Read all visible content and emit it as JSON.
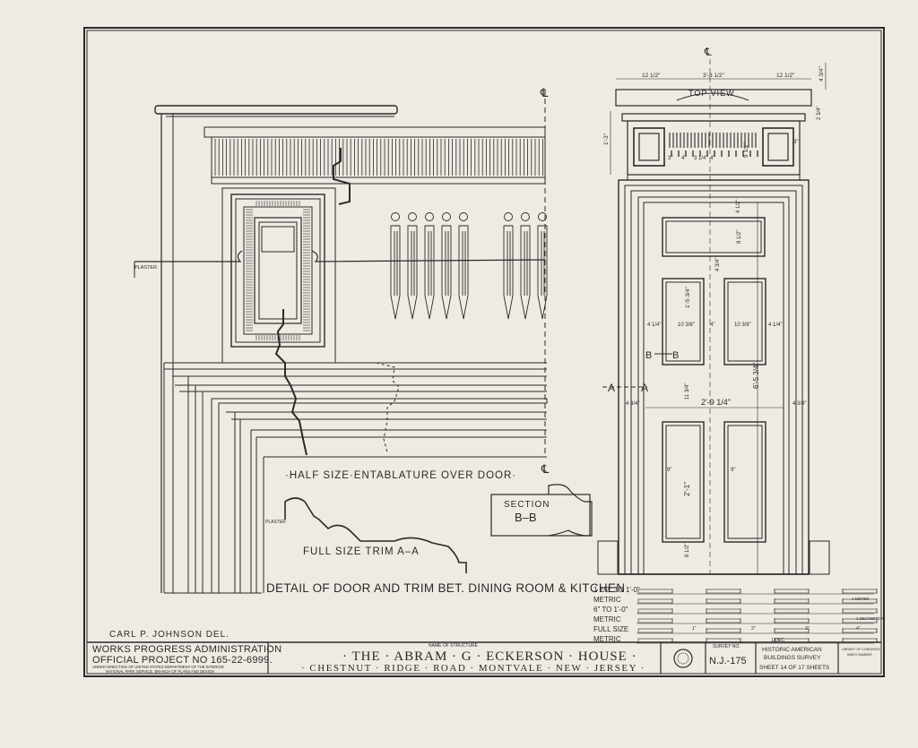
{
  "drawing": {
    "delineator": "CARL P. JOHNSON  DEL.",
    "top_view_label": "TOP VIEW",
    "entablature_title": "·HALF SIZE·ENTABLATURE OVER DOOR·",
    "trim_title": "FULL SIZE TRIM  A–A",
    "section_label_1": "SECTION",
    "section_label_2": "B–B",
    "detail_title": "DETAIL OF DOOR AND TRIM BET. DINING ROOM & KITCHEN",
    "plaster_label": "PLASTER",
    "plaster_label_small": "PLASTER",
    "centerline": "℄",
    "marker_a": "A",
    "marker_b": "B"
  },
  "dimensions": {
    "top_overall": "4 3/4\"",
    "tv_left": "12 1/2\"",
    "tv_center": "3'-8 1/2\"",
    "tv_right": "12 1/2\"",
    "ent_height": "1'-3\"",
    "ent_top_right": "2 3/4\"",
    "ent_mid": "9 1/2\"",
    "ent_inner_left": "3\"",
    "ent_inner_4a": "4\"",
    "ent_inner_mid": "3 1/4\"",
    "ent_inner_4b": "4\"",
    "ent_inner_right": "3\"",
    "door_top_rail": "4 1/2\"",
    "top_panel_h": "8 1/2\"",
    "rail_2": "4 3/4\"",
    "mid_panel_h": "1'-5 3/4\"",
    "stile_l": "4 1/4\"",
    "mid_panel_w": "10 3/8\"",
    "mullion": "4\"",
    "mid_panel_w2": "10 3/8\"",
    "stile_r": "4 1/4\"",
    "door_height": "6'-5 3/4\"",
    "door_width": "2'-9 1/4\"",
    "lock_rail": "11 3/4\"",
    "trim_l": "4 3/4\"",
    "trim_r": "4 3/4\"",
    "low_panel_h": "2'-1\"",
    "low_panel_w": "9\"",
    "low_panel_w2": "9\"",
    "bottom_rail": "6 1/2\""
  },
  "scales": {
    "row1": "1 1/2\" TO 1'-0\"",
    "row2": "METRIC",
    "row3": "6\" TO 1'-0\"",
    "row4": "METRIC",
    "row5": "FULL SIZE",
    "row6": "METRIC",
    "unit_meter": "1 METER",
    "unit_decimeter": "1 DECIMETER",
    "unit_cm": "1 DEC.",
    "ticks_in": [
      "1\"",
      "2\"",
      "3\"",
      "4\""
    ]
  },
  "title_block": {
    "wpa_line1": "WORKS PROGRESS ADMINISTRATION",
    "wpa_line2": "OFFICIAL PROJECT NO 165-22-6999.",
    "wpa_line3": "UNDER DIRECTION OF UNITED STATES DEPARTMENT OF THE INTERIOR",
    "wpa_line4": "NATIONAL PARK SERVICE, BRANCH OF PLANS AND DESIGN",
    "name_caption": "NAME OF STRUCTURE",
    "structure_name": "· THE · ABRAM · G · ECKERSON · HOUSE ·",
    "location": "· CHESTNUT · RIDGE · ROAD · MONTVALE · NEW · JERSEY ·",
    "survey_caption": "SURVEY NO.",
    "survey_no": "N.J.-175",
    "habs_line1": "HISTORIC AMERICAN",
    "habs_line2": "BUILDINGS SURVEY",
    "sheet_text": "SHEET 14 OF 17 SHEETS",
    "loc_line1": "LIBRARY OF CONGRESS",
    "loc_line2": "INDEX NUMBER"
  }
}
